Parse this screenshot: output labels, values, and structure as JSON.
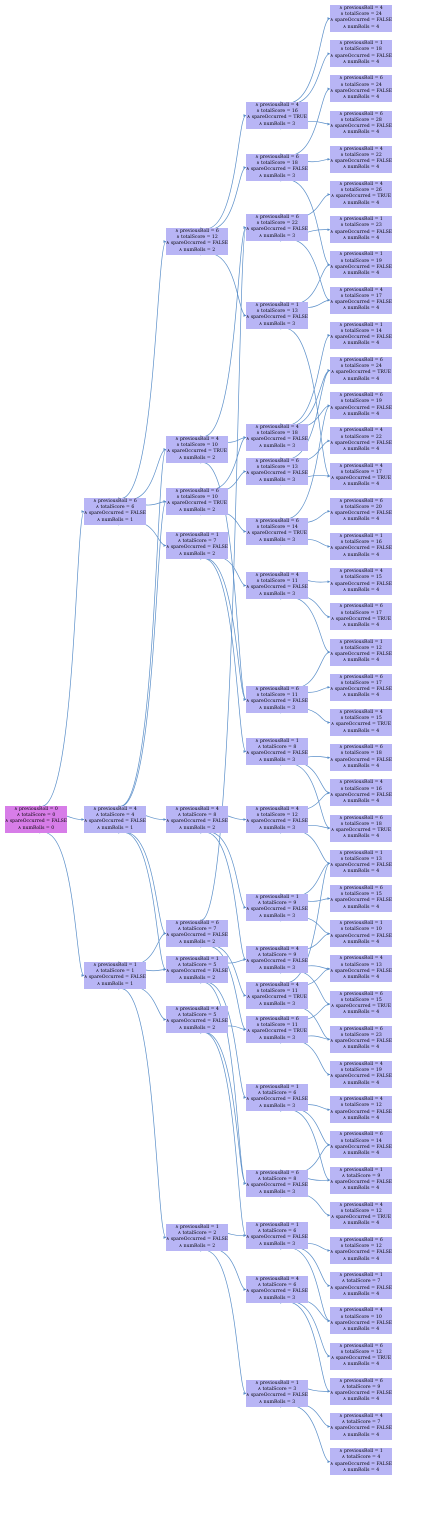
{
  "diagram": {
    "colors": {
      "node_fill": "#b8b5f5",
      "root_fill": "#d77de8",
      "edge": "#5b8fc9"
    },
    "nodes": [
      {
        "id": "r",
        "lines": [
          "∧ previousRoll = 0",
          "∧ totalScore = 0",
          "∧ spareOccurred = FALSE",
          "∧ numRolls = 0"
        ]
      },
      {
        "id": "a6",
        "lines": [
          "∧ previousRoll = 6",
          "∧ totalScore = 6",
          "∧ spareOccurred = FALSE",
          "∧ numRolls = 1"
        ]
      },
      {
        "id": "a4",
        "lines": [
          "∧ previousRoll = 4",
          "∧ totalScore = 4",
          "∧ spareOccurred = FALSE",
          "∧ numRolls = 1"
        ]
      },
      {
        "id": "a1",
        "lines": [
          "∧ previousRoll = 1",
          "∧ totalScore = 1",
          "∧ spareOccurred = FALSE",
          "∧ numRolls = 1"
        ]
      },
      {
        "id": "b1",
        "lines": [
          "∧ previousRoll = 6",
          "∧ totalScore = 12",
          "∧ spareOccurred = FALSE",
          "∧ numRolls = 2"
        ]
      },
      {
        "id": "b2",
        "lines": [
          "∧ previousRoll = 4",
          "∧ totalScore = 10",
          "∧ spareOccurred = TRUE",
          "∧ numRolls = 2"
        ]
      },
      {
        "id": "b3",
        "lines": [
          "∧ previousRoll = 6",
          "∧ totalScore = 10",
          "∧ spareOccurred = TRUE",
          "∧ numRolls = 2"
        ]
      },
      {
        "id": "b4",
        "lines": [
          "∧ previousRoll = 1",
          "∧ totalScore = 7",
          "∧ spareOccurred = FALSE",
          "∧ numRolls = 2"
        ]
      },
      {
        "id": "b5",
        "lines": [
          "∧ previousRoll = 4",
          "∧ totalScore = 8",
          "∧ spareOccurred = FALSE",
          "∧ numRolls = 2"
        ]
      },
      {
        "id": "b6",
        "lines": [
          "∧ previousRoll = 6",
          "∧ totalScore = 7",
          "∧ spareOccurred = FALSE",
          "∧ numRolls = 2"
        ]
      },
      {
        "id": "b7",
        "lines": [
          "∧ previousRoll = 1",
          "∧ totalScore = 5",
          "∧ spareOccurred = FALSE",
          "∧ numRolls = 2"
        ]
      },
      {
        "id": "b8",
        "lines": [
          "∧ previousRoll = 4",
          "∧ totalScore = 5",
          "∧ spareOccurred = FALSE",
          "∧ numRolls = 2"
        ]
      },
      {
        "id": "b9",
        "lines": [
          "∧ previousRoll = 1",
          "∧ totalScore = 2",
          "∧ spareOccurred = FALSE",
          "∧ numRolls = 2"
        ]
      },
      {
        "id": "c1",
        "lines": [
          "∧ previousRoll = 4",
          "∧ totalScore = 16",
          "∧ spareOccurred = TRUE",
          "∧ numRolls = 3"
        ]
      },
      {
        "id": "c2",
        "lines": [
          "∧ previousRoll = 6",
          "∧ totalScore = 18",
          "∧ spareOccurred = FALSE",
          "∧ numRolls = 3"
        ]
      },
      {
        "id": "c3",
        "lines": [
          "∧ previousRoll = 6",
          "∧ totalScore = 22",
          "∧ spareOccurred = FALSE",
          "∧ numRolls = 3"
        ]
      },
      {
        "id": "c4",
        "lines": [
          "∧ previousRoll = 1",
          "∧ totalScore = 13",
          "∧ spareOccurred = FALSE",
          "∧ numRolls = 3"
        ]
      },
      {
        "id": "c5",
        "lines": [
          "∧ previousRoll = 4",
          "∧ totalScore = 18",
          "∧ spareOccurred = FALSE",
          "∧ numRolls = 3"
        ]
      },
      {
        "id": "c6",
        "lines": [
          "∧ previousRoll = 6",
          "∧ totalScore = 13",
          "∧ spareOccurred = FALSE",
          "∧ numRolls = 3"
        ]
      },
      {
        "id": "c7",
        "lines": [
          "∧ previousRoll = 6",
          "∧ totalScore = 14",
          "∧ spareOccurred = TRUE",
          "∧ numRolls = 3"
        ]
      },
      {
        "id": "c8",
        "lines": [
          "∧ previousRoll = 4",
          "∧ totalScore = 11",
          "∧ spareOccurred = FALSE",
          "∧ numRolls = 3"
        ]
      },
      {
        "id": "c9",
        "lines": [
          "∧ previousRoll = 6",
          "∧ totalScore = 11",
          "∧ spareOccurred = FALSE",
          "∧ numRolls = 3"
        ]
      },
      {
        "id": "c10",
        "lines": [
          "∧ previousRoll = 1",
          "∧ totalScore = 8",
          "∧ spareOccurred = FALSE",
          "∧ numRolls = 3"
        ]
      },
      {
        "id": "c11",
        "lines": [
          "∧ previousRoll = 4",
          "∧ totalScore = 12",
          "∧ spareOccurred = FALSE",
          "∧ numRolls = 3"
        ]
      },
      {
        "id": "c12",
        "lines": [
          "∧ previousRoll = 1",
          "∧ totalScore = 9",
          "∧ spareOccurred = FALSE",
          "∧ numRolls = 3"
        ]
      },
      {
        "id": "c13",
        "lines": [
          "∧ previousRoll = 4",
          "∧ totalScore = 9",
          "∧ spareOccurred = FALSE",
          "∧ numRolls = 3"
        ]
      },
      {
        "id": "c14",
        "lines": [
          "∧ previousRoll = 4",
          "∧ totalScore = 11",
          "∧ spareOccurred = TRUE",
          "∧ numRolls = 3"
        ]
      },
      {
        "id": "c15",
        "lines": [
          "∧ previousRoll = 6",
          "∧ totalScore = 11",
          "∧ spareOccurred = TRUE",
          "∧ numRolls = 3"
        ]
      },
      {
        "id": "c16",
        "lines": [
          "∧ previousRoll = 1",
          "∧ totalScore = 6",
          "∧ spareOccurred = FALSE",
          "∧ numRolls = 3"
        ]
      },
      {
        "id": "c17",
        "lines": [
          "∧ previousRoll = 6",
          "∧ totalScore = 8",
          "∧ spareOccurred = FALSE",
          "∧ numRolls = 3"
        ]
      },
      {
        "id": "c18",
        "lines": [
          "∧ previousRoll = 1",
          "∧ totalScore = 6",
          "∧ spareOccurred = FALSE",
          "∧ numRolls = 3"
        ]
      },
      {
        "id": "c19",
        "lines": [
          "∧ previousRoll = 4",
          "∧ totalScore = 6",
          "∧ spareOccurred = FALSE",
          "∧ numRolls = 3"
        ]
      },
      {
        "id": "c20",
        "lines": [
          "∧ previousRoll = 1",
          "∧ totalScore = 3",
          "∧ spareOccurred = FALSE",
          "∧ numRolls = 3"
        ]
      },
      {
        "id": "d1",
        "lines": [
          "∧ previousRoll = 4",
          "∧ totalScore = 24",
          "∧ spareOccurred = FALSE",
          "∧ numRolls = 4"
        ]
      },
      {
        "id": "d2",
        "lines": [
          "∧ previousRoll = 1",
          "∧ totalScore = 18",
          "∧ spareOccurred = FALSE",
          "∧ numRolls = 4"
        ]
      },
      {
        "id": "d3",
        "lines": [
          "∧ previousRoll = 6",
          "∧ totalScore = 24",
          "∧ spareOccurred = FALSE",
          "∧ numRolls = 4"
        ]
      },
      {
        "id": "d4",
        "lines": [
          "∧ previousRoll = 6",
          "∧ totalScore = 28",
          "∧ spareOccurred = FALSE",
          "∧ numRolls = 4"
        ]
      },
      {
        "id": "d5",
        "lines": [
          "∧ previousRoll = 4",
          "∧ totalScore = 22",
          "∧ spareOccurred = FALSE",
          "∧ numRolls = 4"
        ]
      },
      {
        "id": "d6",
        "lines": [
          "∧ previousRoll = 4",
          "∧ totalScore = 26",
          "∧ spareOccurred = TRUE",
          "∧ numRolls = 4"
        ]
      },
      {
        "id": "d7",
        "lines": [
          "∧ previousRoll = 1",
          "∧ totalScore = 23",
          "∧ spareOccurred = FALSE",
          "∧ numRolls = 4"
        ]
      },
      {
        "id": "d8",
        "lines": [
          "∧ previousRoll = 1",
          "∧ totalScore = 19",
          "∧ spareOccurred = FALSE",
          "∧ numRolls = 4"
        ]
      },
      {
        "id": "d9",
        "lines": [
          "∧ previousRoll = 4",
          "∧ totalScore = 17",
          "∧ spareOccurred = FALSE",
          "∧ numRolls = 4"
        ]
      },
      {
        "id": "d10",
        "lines": [
          "∧ previousRoll = 1",
          "∧ totalScore = 14",
          "∧ spareOccurred = FALSE",
          "∧ numRolls = 4"
        ]
      },
      {
        "id": "d11",
        "lines": [
          "∧ previousRoll = 6",
          "∧ totalScore = 24",
          "∧ spareOccurred = TRUE",
          "∧ numRolls = 4"
        ]
      },
      {
        "id": "d12",
        "lines": [
          "∧ previousRoll = 6",
          "∧ totalScore = 19",
          "∧ spareOccurred = FALSE",
          "∧ numRolls = 4"
        ]
      },
      {
        "id": "d13",
        "lines": [
          "∧ previousRoll = 4",
          "∧ totalScore = 22",
          "∧ spareOccurred = FALSE",
          "∧ numRolls = 4"
        ]
      },
      {
        "id": "d14",
        "lines": [
          "∧ previousRoll = 4",
          "∧ totalScore = 17",
          "∧ spareOccurred = TRUE",
          "∧ numRolls = 4"
        ]
      },
      {
        "id": "d15",
        "lines": [
          "∧ previousRoll = 6",
          "∧ totalScore = 20",
          "∧ spareOccurred = FALSE",
          "∧ numRolls = 4"
        ]
      },
      {
        "id": "d16",
        "lines": [
          "∧ previousRoll = 1",
          "∧ totalScore = 16",
          "∧ spareOccurred = FALSE",
          "∧ numRolls = 4"
        ]
      },
      {
        "id": "d17",
        "lines": [
          "∧ previousRoll = 4",
          "∧ totalScore = 15",
          "∧ spareOccurred = FALSE",
          "∧ numRolls = 4"
        ]
      },
      {
        "id": "d18",
        "lines": [
          "∧ previousRoll = 6",
          "∧ totalScore = 17",
          "∧ spareOccurred = TRUE",
          "∧ numRolls = 4"
        ]
      },
      {
        "id": "d19",
        "lines": [
          "∧ previousRoll = 1",
          "∧ totalScore = 12",
          "∧ spareOccurred = FALSE",
          "∧ numRolls = 4"
        ]
      },
      {
        "id": "d20",
        "lines": [
          "∧ previousRoll = 6",
          "∧ totalScore = 17",
          "∧ spareOccurred = FALSE",
          "∧ numRolls = 4"
        ]
      },
      {
        "id": "d21",
        "lines": [
          "∧ previousRoll = 4",
          "∧ totalScore = 15",
          "∧ spareOccurred = TRUE",
          "∧ numRolls = 4"
        ]
      },
      {
        "id": "d22",
        "lines": [
          "∧ previousRoll = 6",
          "∧ totalScore = 18",
          "∧ spareOccurred = FALSE",
          "∧ numRolls = 4"
        ]
      },
      {
        "id": "d23",
        "lines": [
          "∧ previousRoll = 4",
          "∧ totalScore = 16",
          "∧ spareOccurred = FALSE",
          "∧ numRolls = 4"
        ]
      },
      {
        "id": "d24",
        "lines": [
          "∧ previousRoll = 6",
          "∧ totalScore = 18",
          "∧ spareOccurred = TRUE",
          "∧ numRolls = 4"
        ]
      },
      {
        "id": "d25",
        "lines": [
          "∧ previousRoll = 1",
          "∧ totalScore = 13",
          "∧ spareOccurred = FALSE",
          "∧ numRolls = 4"
        ]
      },
      {
        "id": "d26",
        "lines": [
          "∧ previousRoll = 6",
          "∧ totalScore = 15",
          "∧ spareOccurred = FALSE",
          "∧ numRolls = 4"
        ]
      },
      {
        "id": "d27",
        "lines": [
          "∧ previousRoll = 1",
          "∧ totalScore = 10",
          "∧ spareOccurred = FALSE",
          "∧ numRolls = 4"
        ]
      },
      {
        "id": "d28",
        "lines": [
          "∧ previousRoll = 4",
          "∧ totalScore = 13",
          "∧ spareOccurred = FALSE",
          "∧ numRolls = 4"
        ]
      },
      {
        "id": "d29",
        "lines": [
          "∧ previousRoll = 6",
          "∧ totalScore = 15",
          "∧ spareOccurred = TRUE",
          "∧ numRolls = 4"
        ]
      },
      {
        "id": "d30",
        "lines": [
          "∧ previousRoll = 6",
          "∧ totalScore = 23",
          "∧ spareOccurred = FALSE",
          "∧ numRolls = 4"
        ]
      },
      {
        "id": "d31",
        "lines": [
          "∧ previousRoll = 4",
          "∧ totalScore = 19",
          "∧ spareOccurred = FALSE",
          "∧ numRolls = 4"
        ]
      },
      {
        "id": "d32",
        "lines": [
          "∧ previousRoll = 4",
          "∧ totalScore = 12",
          "∧ spareOccurred = FALSE",
          "∧ numRolls = 4"
        ]
      },
      {
        "id": "d33",
        "lines": [
          "∧ previousRoll = 6",
          "∧ totalScore = 14",
          "∧ spareOccurred = FALSE",
          "∧ numRolls = 4"
        ]
      },
      {
        "id": "d34",
        "lines": [
          "∧ previousRoll = 1",
          "∧ totalScore = 9",
          "∧ spareOccurred = FALSE",
          "∧ numRolls = 4"
        ]
      },
      {
        "id": "d35",
        "lines": [
          "∧ previousRoll = 4",
          "∧ totalScore = 12",
          "∧ spareOccurred = TRUE",
          "∧ numRolls = 4"
        ]
      },
      {
        "id": "d36",
        "lines": [
          "∧ previousRoll = 6",
          "∧ totalScore = 12",
          "∧ spareOccurred = FALSE",
          "∧ numRolls = 4"
        ]
      },
      {
        "id": "d37",
        "lines": [
          "∧ previousRoll = 1",
          "∧ totalScore = 7",
          "∧ spareOccurred = FALSE",
          "∧ numRolls = 4"
        ]
      },
      {
        "id": "d38",
        "lines": [
          "∧ previousRoll = 4",
          "∧ totalScore = 10",
          "∧ spareOccurred = FALSE",
          "∧ numRolls = 4"
        ]
      },
      {
        "id": "d39",
        "lines": [
          "∧ previousRoll = 6",
          "∧ totalScore = 12",
          "∧ spareOccurred = TRUE",
          "∧ numRolls = 4"
        ]
      },
      {
        "id": "d40",
        "lines": [
          "∧ previousRoll = 6",
          "∧ totalScore = 9",
          "∧ spareOccurred = FALSE",
          "∧ numRolls = 4"
        ]
      },
      {
        "id": "d41",
        "lines": [
          "∧ previousRoll = 4",
          "∧ totalScore = 7",
          "∧ spareOccurred = FALSE",
          "∧ numRolls = 4"
        ]
      },
      {
        "id": "d42",
        "lines": [
          "∧ previousRoll = 1",
          "∧ totalScore = 4",
          "∧ spareOccurred = FALSE",
          "∧ numRolls = 4"
        ]
      }
    ],
    "edges": [
      [
        "r",
        "a6"
      ],
      [
        "r",
        "a4"
      ],
      [
        "r",
        "a1"
      ],
      [
        "a6",
        "b1"
      ],
      [
        "a6",
        "b2"
      ],
      [
        "a6",
        "b3"
      ],
      [
        "a6",
        "b4"
      ],
      [
        "a4",
        "b2"
      ],
      [
        "a4",
        "b3"
      ],
      [
        "a4",
        "b5"
      ],
      [
        "a4",
        "b6"
      ],
      [
        "a4",
        "b7"
      ],
      [
        "a1",
        "b6"
      ],
      [
        "a1",
        "b7"
      ],
      [
        "a1",
        "b8"
      ],
      [
        "a1",
        "b9"
      ],
      [
        "b1",
        "c1"
      ],
      [
        "b1",
        "c2"
      ],
      [
        "b1",
        "c4"
      ],
      [
        "b2",
        "c3"
      ],
      [
        "b2",
        "c5"
      ],
      [
        "b2",
        "c9"
      ],
      [
        "b3",
        "c5"
      ],
      [
        "b3",
        "c6"
      ],
      [
        "b3",
        "c7"
      ],
      [
        "b4",
        "c8"
      ],
      [
        "b4",
        "c9"
      ],
      [
        "b4",
        "c10"
      ],
      [
        "b5",
        "c11"
      ],
      [
        "b5",
        "c12"
      ],
      [
        "b5",
        "c13"
      ],
      [
        "b6",
        "c3"
      ],
      [
        "b6",
        "c14"
      ],
      [
        "b6",
        "c15"
      ],
      [
        "b7",
        "c13"
      ],
      [
        "b7",
        "c16"
      ],
      [
        "b7",
        "c17"
      ],
      [
        "b8",
        "c15"
      ],
      [
        "b8",
        "c17"
      ],
      [
        "b8",
        "c18"
      ],
      [
        "b9",
        "c18"
      ],
      [
        "b9",
        "c19"
      ],
      [
        "b9",
        "c20"
      ],
      [
        "c1",
        "d1"
      ],
      [
        "c1",
        "d2"
      ],
      [
        "c1",
        "d4"
      ],
      [
        "c2",
        "d3"
      ],
      [
        "c2",
        "d5"
      ],
      [
        "c2",
        "d8"
      ],
      [
        "c3",
        "d6"
      ],
      [
        "c3",
        "d7"
      ],
      [
        "c3",
        "d9"
      ],
      [
        "c4",
        "d8"
      ],
      [
        "c4",
        "d9"
      ],
      [
        "c4",
        "d14"
      ],
      [
        "c5",
        "d11"
      ],
      [
        "c5",
        "d10"
      ],
      [
        "c5",
        "d12"
      ],
      [
        "c6",
        "d11"
      ],
      [
        "c6",
        "d13"
      ],
      [
        "c6",
        "d14"
      ],
      [
        "c7",
        "d15"
      ],
      [
        "c7",
        "d16"
      ],
      [
        "c7",
        "d12"
      ],
      [
        "c8",
        "d17"
      ],
      [
        "c8",
        "d18"
      ],
      [
        "c8",
        "d19"
      ],
      [
        "c9",
        "d20"
      ],
      [
        "c9",
        "d21"
      ],
      [
        "c9",
        "d19"
      ],
      [
        "c10",
        "d22"
      ],
      [
        "c10",
        "d23"
      ],
      [
        "c10",
        "d24"
      ],
      [
        "c11",
        "d23"
      ],
      [
        "c11",
        "d24"
      ],
      [
        "c11",
        "d25"
      ],
      [
        "c12",
        "d26"
      ],
      [
        "c12",
        "d27"
      ],
      [
        "c12",
        "d25"
      ],
      [
        "c13",
        "d28"
      ],
      [
        "c13",
        "d29"
      ],
      [
        "c13",
        "d27"
      ],
      [
        "c14",
        "d25"
      ],
      [
        "c14",
        "d28"
      ],
      [
        "c14",
        "d30"
      ],
      [
        "c15",
        "d29"
      ],
      [
        "c15",
        "d30"
      ],
      [
        "c15",
        "d31"
      ],
      [
        "c16",
        "d32"
      ],
      [
        "c16",
        "d33"
      ],
      [
        "c16",
        "d34"
      ],
      [
        "c17",
        "d33"
      ],
      [
        "c17",
        "d34"
      ],
      [
        "c17",
        "d35"
      ],
      [
        "c18",
        "d36"
      ],
      [
        "c18",
        "d37"
      ],
      [
        "c18",
        "d38"
      ],
      [
        "c19",
        "d38"
      ],
      [
        "c19",
        "d39"
      ],
      [
        "c19",
        "d40"
      ],
      [
        "c20",
        "d40"
      ],
      [
        "c20",
        "d41"
      ],
      [
        "c20",
        "d42"
      ]
    ]
  }
}
